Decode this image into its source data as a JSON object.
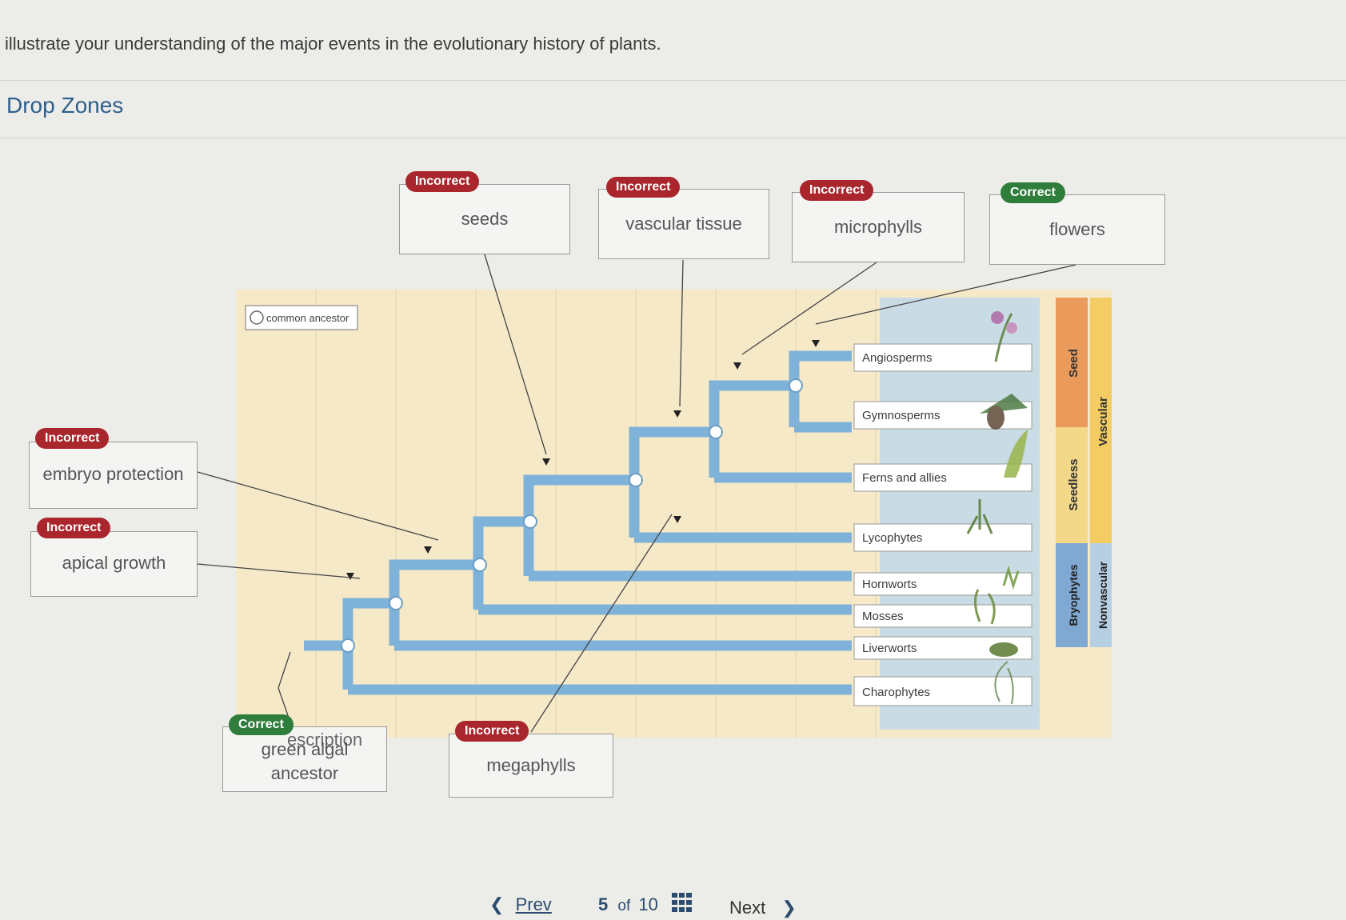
{
  "prompt": "illustrate your understanding of the major events in the evolutionary history of plants.",
  "section_title": "Drop Zones",
  "common_ancestor_label": "common ancestor",
  "taxa": [
    "Angiosperms",
    "Gymnosperms",
    "Ferns and allies",
    "Lycophytes",
    "Hornworts",
    "Mosses",
    "Liverworts",
    "Charophytes"
  ],
  "group_bars": {
    "seed": "Seed",
    "seedless": "Seedless",
    "vascular": "Vascular",
    "bryophytes": "Bryophytes",
    "nonvascular": "Nonvascular"
  },
  "drop_zones": [
    {
      "id": "seeds",
      "text": "seeds",
      "status": "Incorrect"
    },
    {
      "id": "vascular",
      "text": "vascular tissue",
      "status": "Incorrect"
    },
    {
      "id": "microphylls",
      "text": "microphylls",
      "status": "Incorrect"
    },
    {
      "id": "flowers",
      "text": "flowers",
      "status": "Correct"
    },
    {
      "id": "embryo",
      "text": "embryo protection",
      "status": "Incorrect"
    },
    {
      "id": "apical",
      "text": "apical growth",
      "status": "Incorrect"
    },
    {
      "id": "algal",
      "text_top": "escription",
      "text_line1": "green algal",
      "text_line2": "ancestor",
      "status": "Correct"
    },
    {
      "id": "megaphylls",
      "text": "megaphylls",
      "status": "Incorrect"
    }
  ],
  "nav": {
    "prev": "Prev",
    "page": "5",
    "of": "of",
    "total": "10",
    "next": "Next"
  },
  "colors": {
    "branch": "#7fb2d9",
    "seed": "#ea9a5b",
    "vascular": "#f3cc63",
    "bryo": "#7fa9d3",
    "nonvascular": "#b7cfe3",
    "bg": "#f5e9c8"
  }
}
